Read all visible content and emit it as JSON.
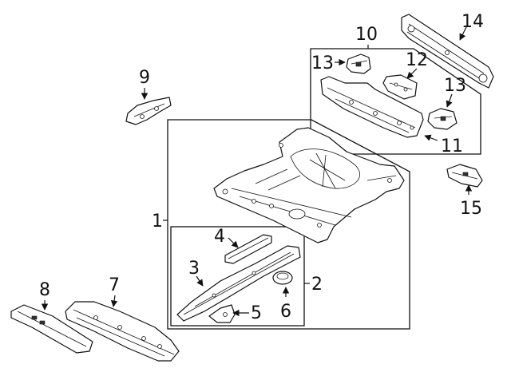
{
  "diagram": {
    "callouts": [
      {
        "id": "1",
        "label": "1"
      },
      {
        "id": "2",
        "label": "2"
      },
      {
        "id": "3",
        "label": "3"
      },
      {
        "id": "4",
        "label": "4"
      },
      {
        "id": "5",
        "label": "5"
      },
      {
        "id": "6",
        "label": "6"
      },
      {
        "id": "7",
        "label": "7"
      },
      {
        "id": "8",
        "label": "8"
      },
      {
        "id": "9",
        "label": "9"
      },
      {
        "id": "10",
        "label": "10"
      },
      {
        "id": "11",
        "label": "11"
      },
      {
        "id": "12",
        "label": "12"
      },
      {
        "id": "13a",
        "label": "13"
      },
      {
        "id": "13b",
        "label": "13"
      },
      {
        "id": "14",
        "label": "14"
      },
      {
        "id": "15",
        "label": "15"
      }
    ]
  }
}
